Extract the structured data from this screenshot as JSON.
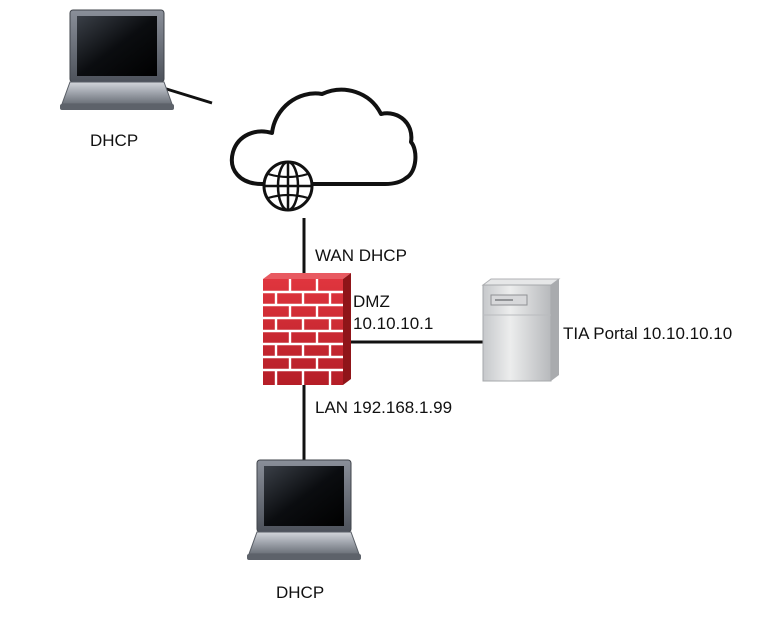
{
  "nodes": {
    "top_laptop": {
      "icon": "laptop-icon",
      "label": "DHCP"
    },
    "internet": {
      "icon": "cloud-icon",
      "globe_icon": "globe-icon"
    },
    "firewall": {
      "icon": "firewall-icon",
      "color": "#c8262e"
    },
    "server": {
      "icon": "server-icon",
      "label": "TIA Portal 10.10.10.10"
    },
    "bottom_laptop": {
      "icon": "laptop-icon",
      "label": "DHCP"
    }
  },
  "links": {
    "wan": {
      "label": "WAN DHCP"
    },
    "dmz": {
      "label_line1": "DMZ",
      "label_line2": "10.10.10.1"
    },
    "lan": {
      "label": "LAN 192.168.1.99"
    }
  }
}
